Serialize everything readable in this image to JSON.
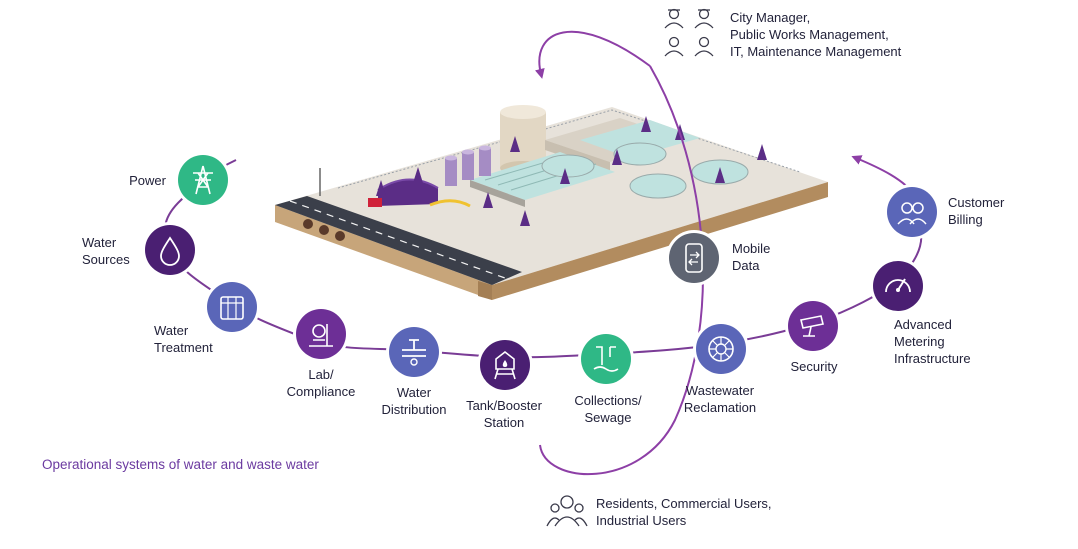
{
  "stakeholders_top": {
    "lines": [
      "City Manager,",
      "Public Works Management,",
      "IT, Maintenance Management"
    ]
  },
  "stakeholders_bottom": {
    "lines": [
      "Residents, Commercial Users,",
      "Industrial Users"
    ]
  },
  "caption": "Operational systems of water and waste water",
  "nodes": [
    {
      "key": "power",
      "lines": [
        "Power"
      ],
      "icon": "power-tower-icon",
      "color": "#2fb886"
    },
    {
      "key": "water-sources",
      "lines": [
        "Water",
        "Sources"
      ],
      "icon": "water-drop-icon",
      "color": "#4a1f72"
    },
    {
      "key": "water-treatment",
      "lines": [
        "Water",
        "Treatment"
      ],
      "icon": "water-tank-icon",
      "color": "#5a66b8"
    },
    {
      "key": "lab-compliance",
      "lines": [
        "Lab/",
        "Compliance"
      ],
      "icon": "microscope-icon",
      "color": "#6d2f96"
    },
    {
      "key": "water-distribution",
      "lines": [
        "Water",
        "Distribution"
      ],
      "icon": "valve-icon",
      "color": "#5a66b8"
    },
    {
      "key": "tank-booster",
      "lines": [
        "Tank/Booster",
        "Station"
      ],
      "icon": "water-tower-icon",
      "color": "#4a1f72"
    },
    {
      "key": "collections-sewage",
      "lines": [
        "Collections/",
        "Sewage"
      ],
      "icon": "sewage-pipe-icon",
      "color": "#2fb886"
    },
    {
      "key": "wastewater-reclamation",
      "lines": [
        "Wastewater",
        "Reclamation"
      ],
      "icon": "reclamation-wheel-icon",
      "color": "#5a66b8"
    },
    {
      "key": "security",
      "lines": [
        "Security"
      ],
      "icon": "security-camera-icon",
      "color": "#6d2f96"
    },
    {
      "key": "ami",
      "lines": [
        "Advanced",
        "Metering",
        "Infrastructure"
      ],
      "icon": "meter-gauge-icon",
      "color": "#4a1f72"
    },
    {
      "key": "customer-billing",
      "lines": [
        "Customer",
        "Billing"
      ],
      "icon": "customers-icon",
      "color": "#5a66b8"
    },
    {
      "key": "mobile-data",
      "lines": [
        "Mobile",
        "Data"
      ],
      "icon": "mobile-phone-icon",
      "color": "#5e6472"
    }
  ],
  "colors": {
    "path": "#7a3c96",
    "arrow": "#8d3fa6",
    "caption": "#6b3aa0"
  }
}
